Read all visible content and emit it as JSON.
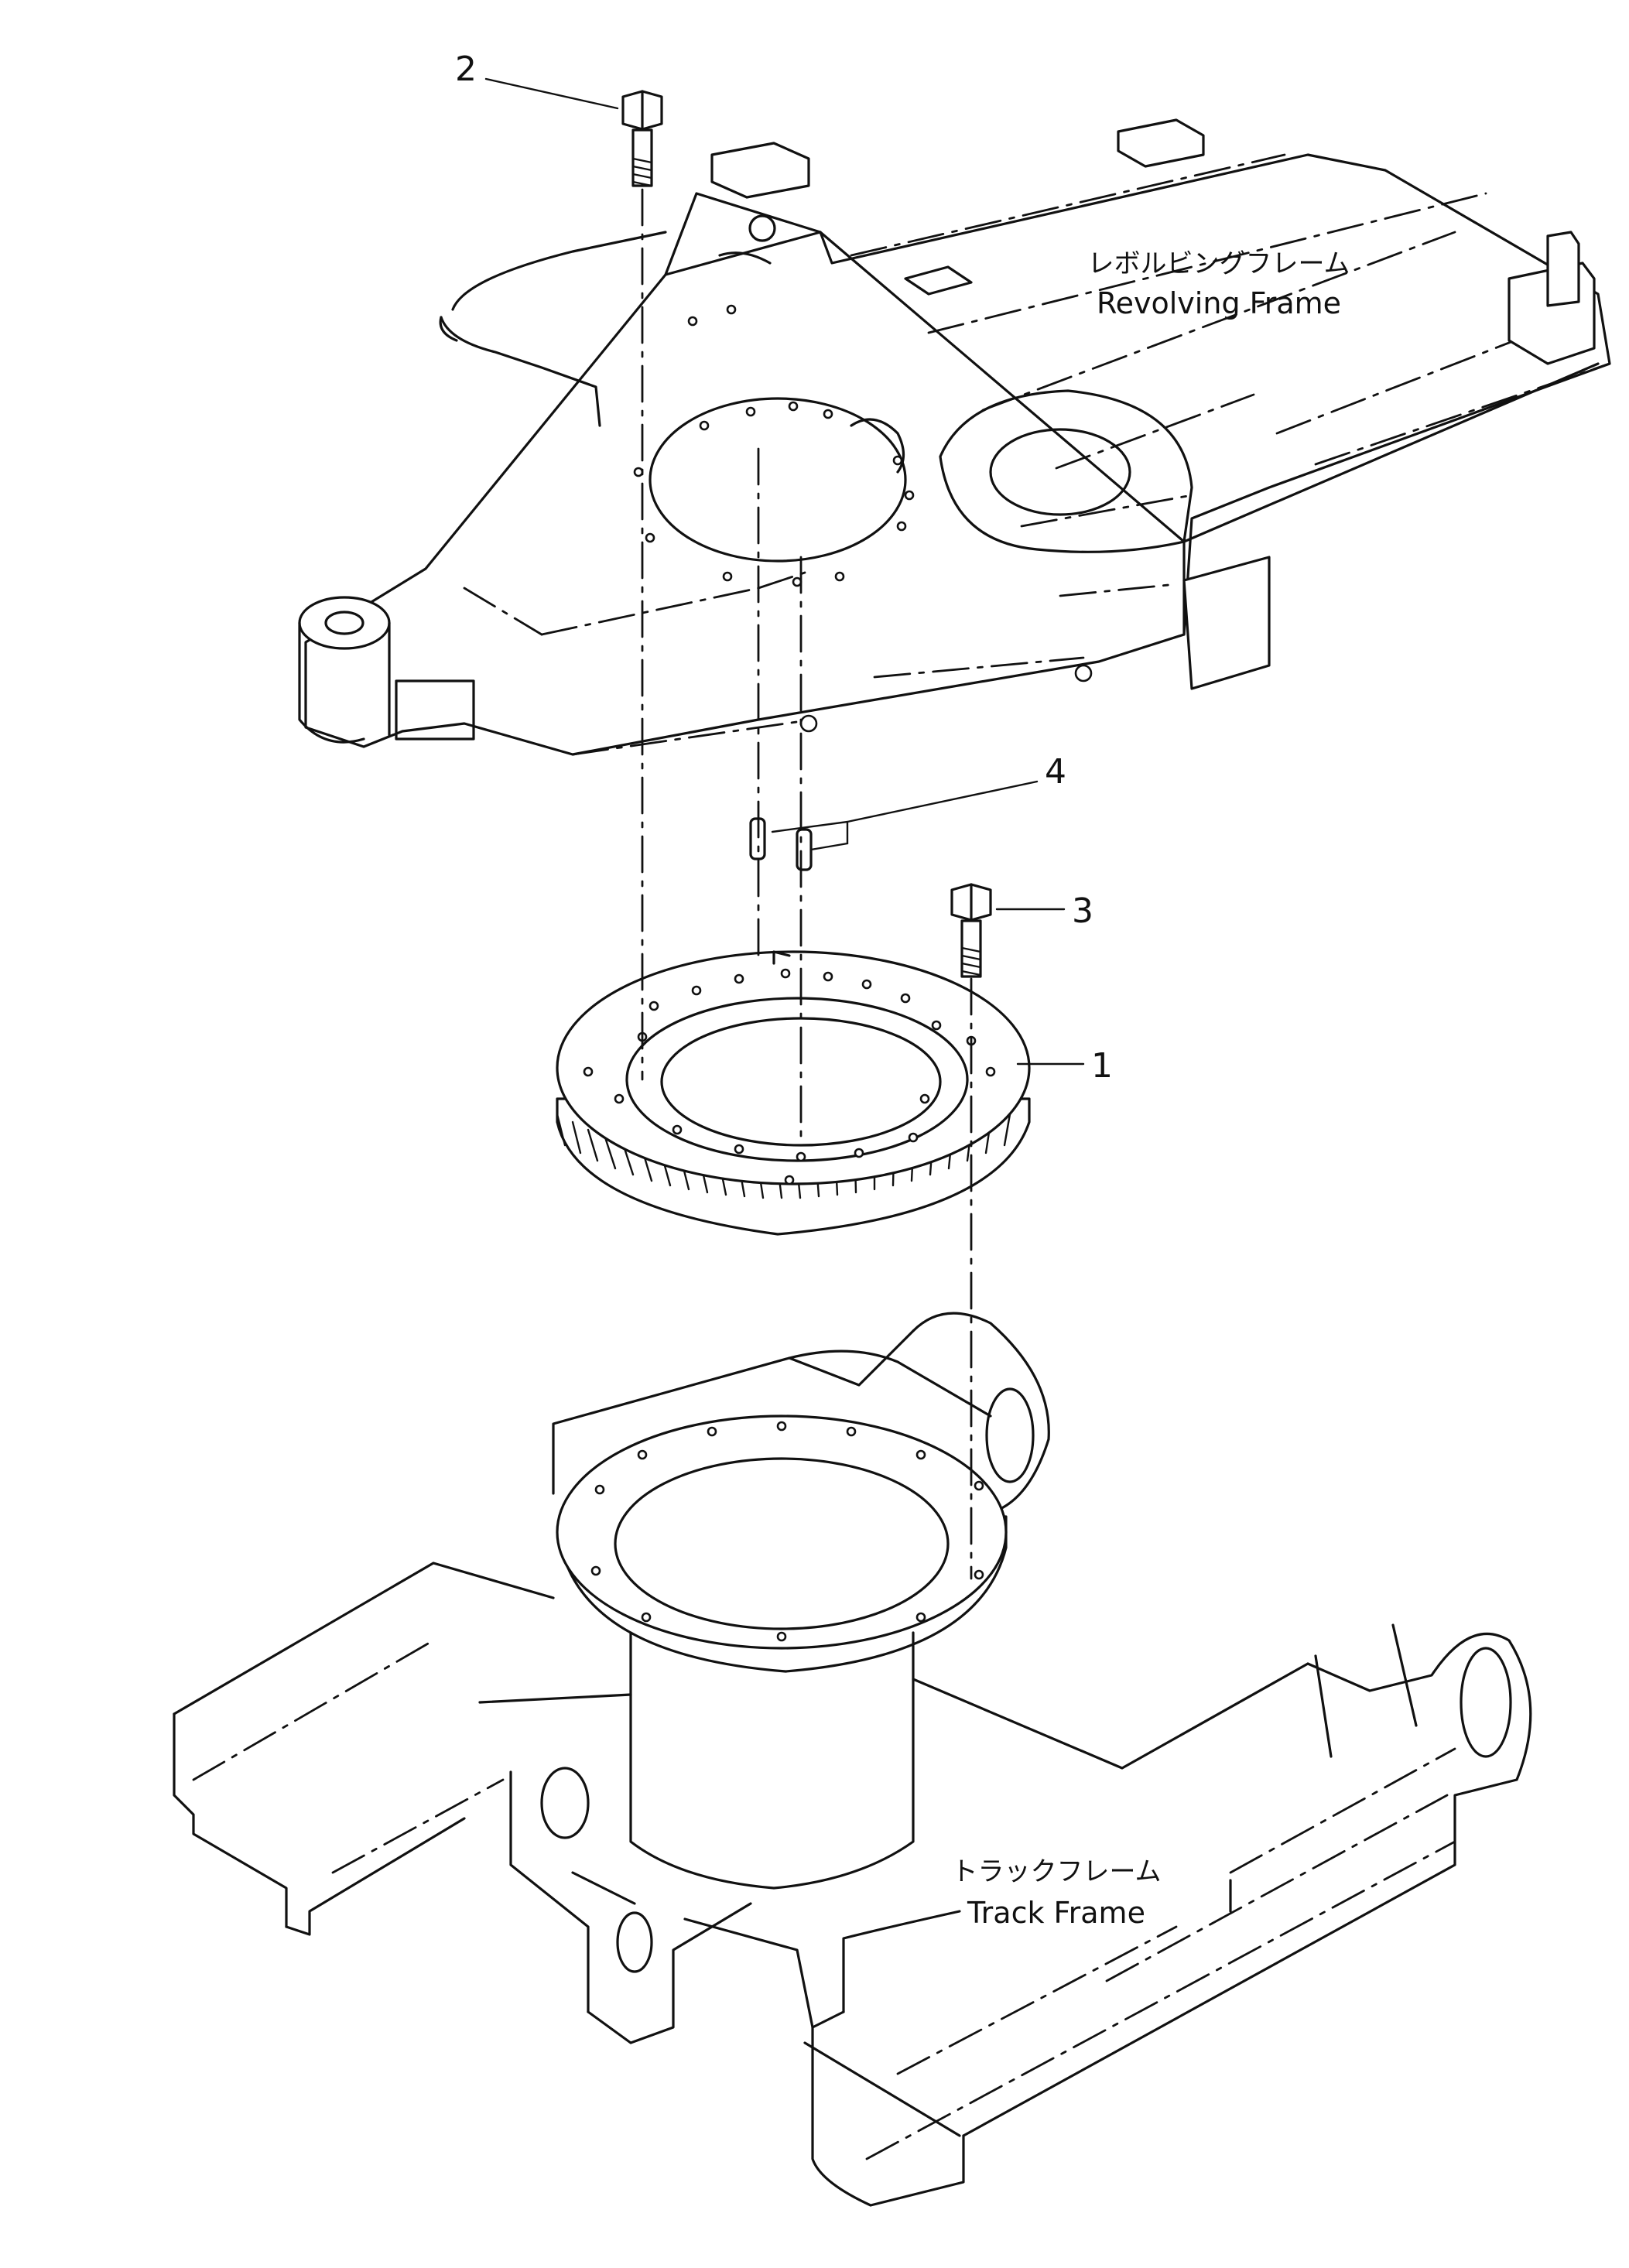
{
  "callouts": [
    {
      "id": "1",
      "text": "1"
    },
    {
      "id": "2",
      "text": "2"
    },
    {
      "id": "3",
      "text": "3"
    },
    {
      "id": "4",
      "text": "4"
    }
  ],
  "labels": {
    "revolving_frame_jp": "レボルビングフレーム",
    "revolving_frame_en": "Revolving Frame",
    "track_frame_jp": "トラックフレーム",
    "track_frame_en": "Track Frame"
  }
}
